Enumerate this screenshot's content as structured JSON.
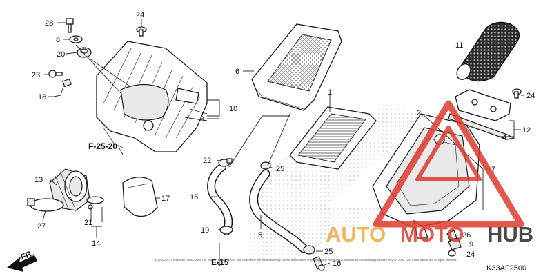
{
  "diagram": {
    "code": "K33AF2500",
    "refs": {
      "f2520": "F-25-20",
      "e15": "E-15",
      "fr": "FR."
    },
    "callouts": {
      "c1": "1",
      "c2": "2",
      "c3": "3",
      "c4": "4",
      "c5": "5",
      "c6": "6",
      "c7": "7",
      "c8": "8",
      "c9": "9",
      "c10": "10",
      "c11": "11",
      "c12": "12",
      "c13": "13",
      "c14": "14",
      "c15": "15",
      "c16": "16",
      "c17": "17",
      "c18": "18",
      "c19": "19",
      "c20": "20",
      "c21": "21",
      "c22": "22",
      "c23": "23",
      "c24a": "24",
      "c24b": "24",
      "c24c": "24",
      "c25a": "25",
      "c25b": "25",
      "c26": "26",
      "c27": "27",
      "c28": "28"
    },
    "copyright": "(c) 2002-2015 American Honda Motor Co., Inc. All rights reserved. The contents of this publication may contain inaccuracies or typographical errors and is provided for informational purposes only. (c) 2000 - 2017 Bike Bandit, Inc. All rights reserved."
  },
  "watermark": {
    "auto": "AUTO",
    "moto": "MOTO",
    "hub": "HUB",
    "colors": {
      "orange": "#f2a93b",
      "red": "#e03a2f",
      "dark": "#2a2a2a"
    }
  }
}
